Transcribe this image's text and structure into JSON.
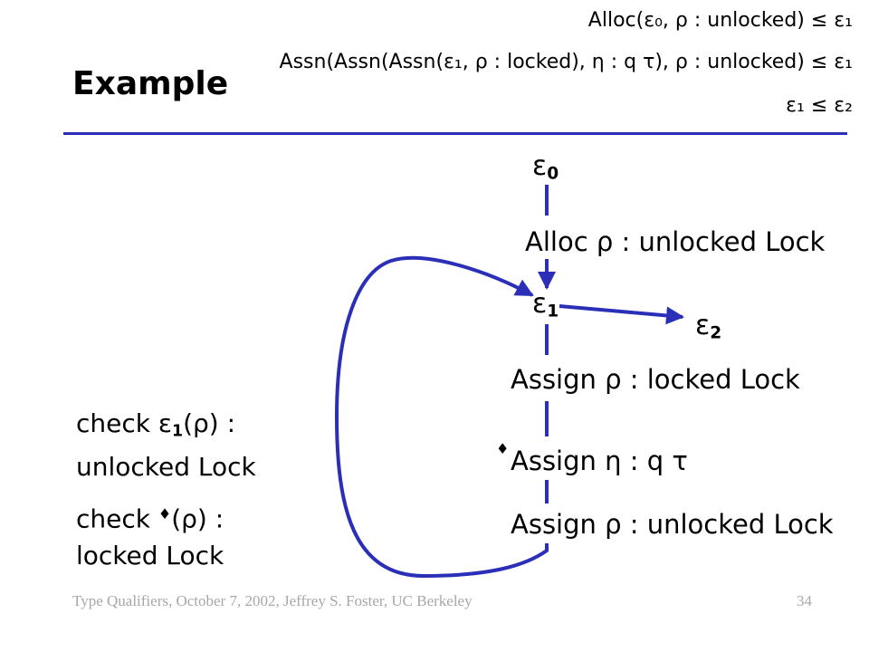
{
  "title": "Example",
  "constraints": [
    "Alloc(ε₀, ρ : unlocked) ≤ ε₁",
    "Assn(Assn(Assn(ε₁, ρ : locked), η : q τ), ρ : unlocked) ≤ ε₁",
    "ε₁ ≤ ε₂"
  ],
  "nodes": {
    "e0": {
      "symbol": "ε",
      "sub": "0"
    },
    "e1": {
      "symbol": "ε",
      "sub": "1"
    },
    "e2": {
      "symbol": "ε",
      "sub": "2"
    }
  },
  "statements": {
    "alloc": "Alloc ρ : unlocked Lock",
    "assign_locked": "Assign ρ : locked Lock",
    "assign_eta": "Assign η : q τ",
    "assign_unlocked": "Assign ρ : unlocked Lock"
  },
  "checks": {
    "check1": {
      "prefix": "check ε",
      "sub": "1",
      "mid": "(ρ) :",
      "line2": "unlocked Lock"
    },
    "check2": {
      "prefix": "check ",
      "mark": "♦",
      "mid": "(ρ) :",
      "line2": "locked Lock"
    }
  },
  "marker": "♦",
  "footer": {
    "left": "Type Qualifiers, October 7, 2002, Jeffrey S. Foster, UC Berkeley",
    "right": "34"
  },
  "colors": {
    "accent": "#2b2fb8",
    "footer_text": "#a7a7a7"
  }
}
